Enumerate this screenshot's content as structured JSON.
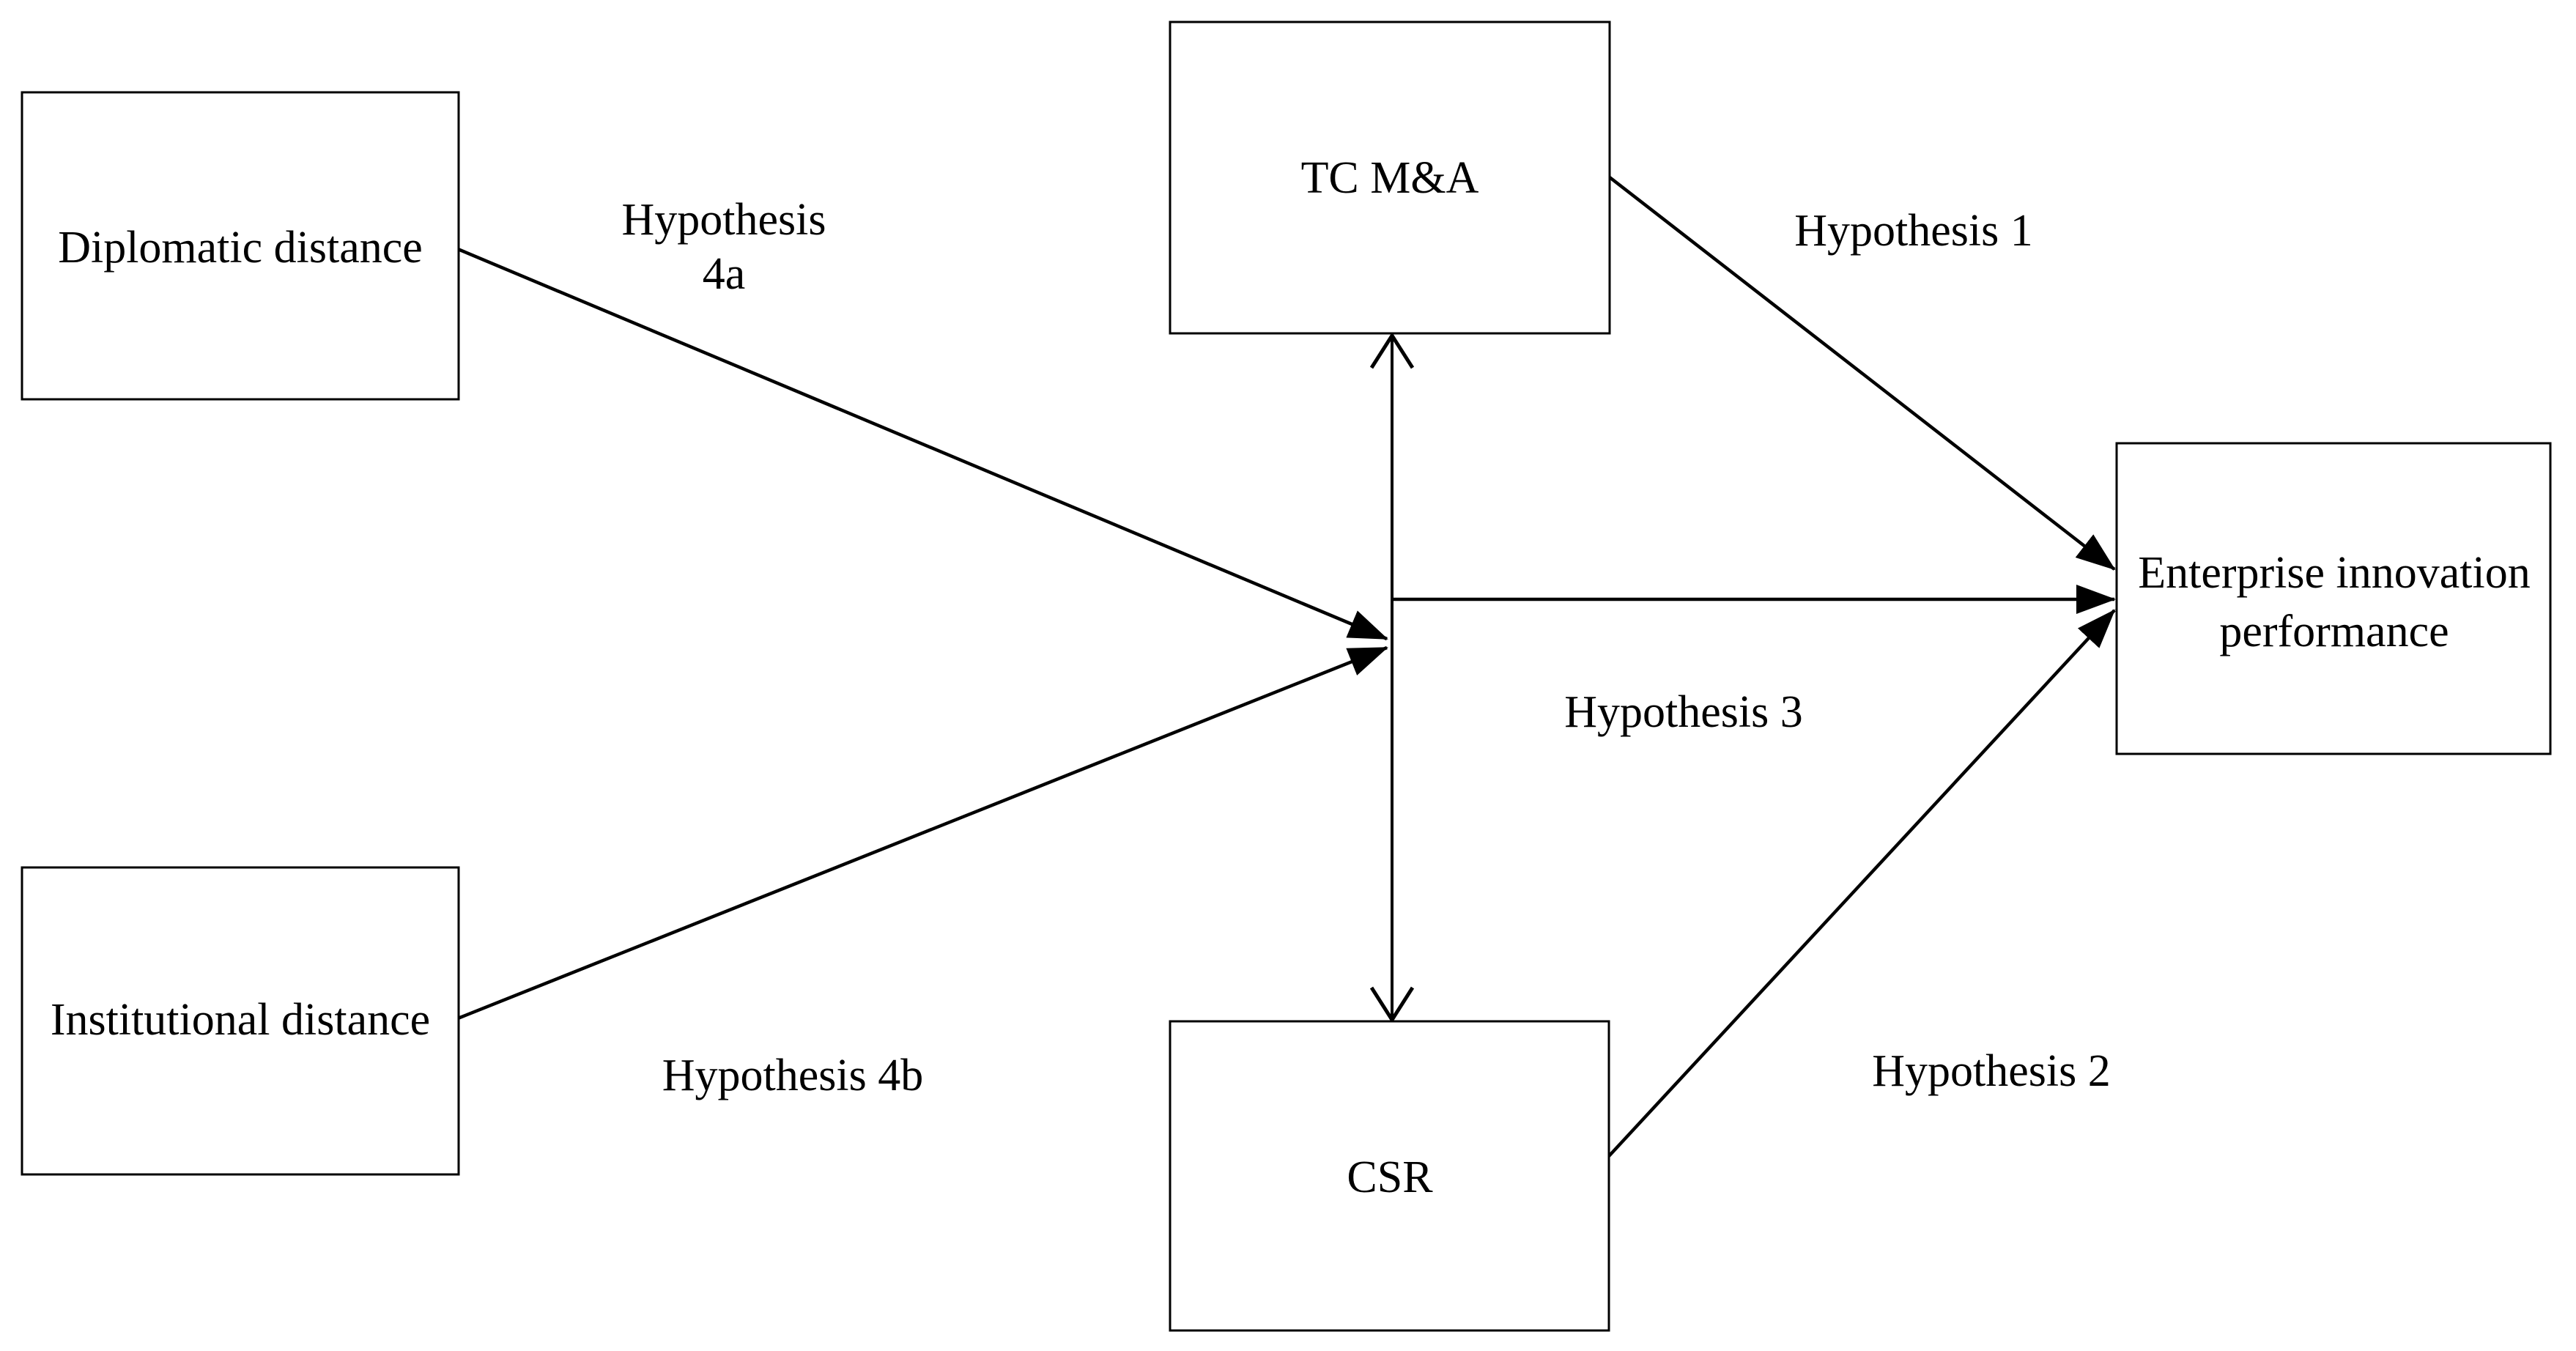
{
  "canvas": {
    "background_color": "#ffffff",
    "line_color": "#000000"
  },
  "boxes": {
    "diplomatic_distance": {
      "label": "Diplomatic distance"
    },
    "institutional_distance": {
      "label": "Institutional distance"
    },
    "tc_ma": {
      "label": "TC M&A"
    },
    "csr": {
      "label": "CSR"
    },
    "enterprise_innovation_performance": {
      "label_line1": "Enterprise innovation",
      "label_line2": "performance"
    }
  },
  "hypothesis_labels": {
    "h4a_line1": "Hypothesis",
    "h4a_line2": "4a",
    "h4b": "Hypothesis 4b",
    "h1": "Hypothesis 1",
    "h2": "Hypothesis 2",
    "h3": "Hypothesis 3"
  },
  "edges": [
    {
      "from": "TC M&A",
      "to": "Enterprise innovation performance",
      "label": "Hypothesis 1",
      "style": "filled-arrow"
    },
    {
      "from": "CSR",
      "to": "Enterprise innovation performance",
      "label": "Hypothesis 2",
      "style": "filled-arrow"
    },
    {
      "from": "TC M&A / CSR mediation axis",
      "to": "Enterprise innovation performance",
      "label": "Hypothesis 3",
      "style": "filled-arrow"
    },
    {
      "from": "Diplomatic distance",
      "to": "TC M&A / CSR mediation axis",
      "label": "Hypothesis 4a",
      "style": "filled-arrow"
    },
    {
      "from": "Institutional distance",
      "to": "TC M&A / CSR mediation axis",
      "label": "Hypothesis 4b",
      "style": "filled-arrow"
    },
    {
      "from": "mediation axis",
      "to": "TC M&A",
      "label": "",
      "style": "open-arrow"
    },
    {
      "from": "mediation axis",
      "to": "CSR",
      "label": "",
      "style": "open-arrow"
    }
  ]
}
